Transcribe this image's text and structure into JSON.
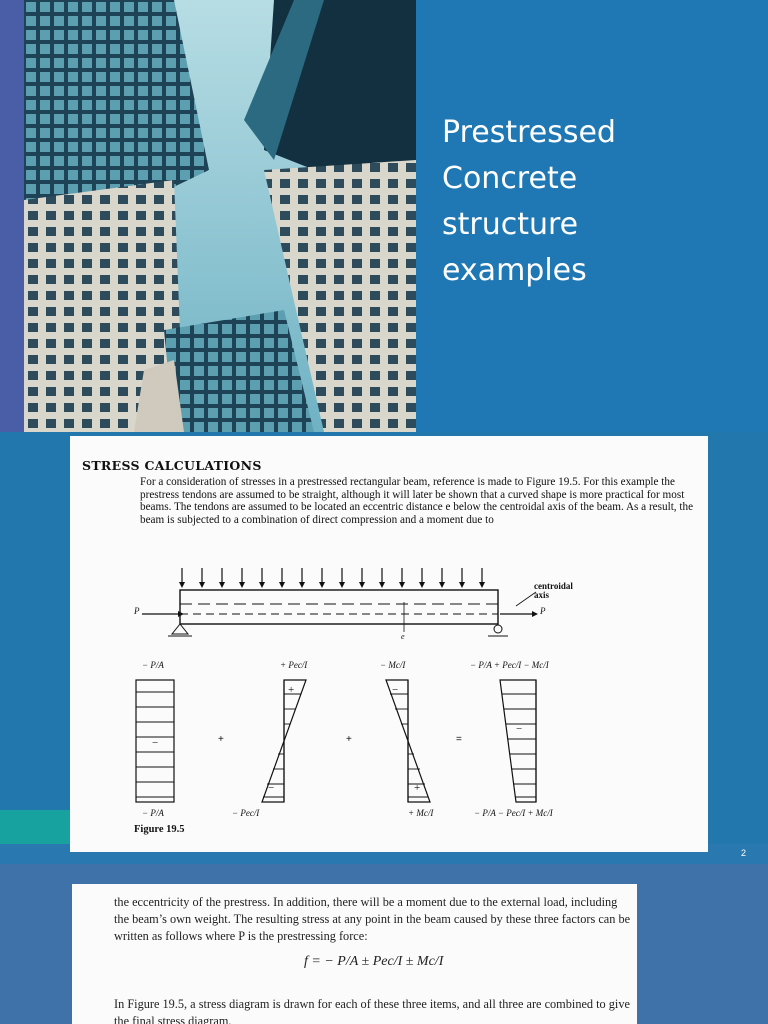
{
  "slide1": {
    "title_lines": [
      "Prestressed",
      "Concrete",
      "structure",
      "examples"
    ]
  },
  "slide2": {
    "heading": "STRESS CALCULATIONS",
    "paragraph": "For a consideration of stresses in a prestressed rectangular beam, reference is made to Figure 19.5. For this example the prestress tendons are assumed to be straight, although it will later be shown that a curved shape is more practical for most beams. The tendons are assumed to be located an eccentric distance e below the centroidal axis of the beam. As a result, the beam is subjected to a combination of direct compression and a moment due to",
    "figure": {
      "centroidal_label": "centroidal axis",
      "force_label": "P",
      "ecc_label": "e",
      "top_labels": [
        "− P/A",
        "+ Pec/I",
        "− Mc/I",
        "− P/A + Pec/I − Mc/I"
      ],
      "bottom_labels": [
        "− P/A",
        "− Pec/I",
        "+ Mc/I",
        "− P/A − Pec/I + Mc/I"
      ],
      "operators": [
        "+",
        "+",
        "="
      ],
      "caption": "Figure 19.5"
    },
    "page_number": "2"
  },
  "slide3": {
    "paragraph": "the eccentricity of the prestress. In addition, there will be a moment due to the external load, including the beam’s own weight. The resulting stress at any point in the beam caused by these three factors can be written as follows where P is the prestressing force:",
    "formula": "f = − P/A ± Pec/I ± Mc/I",
    "paragraph2": "In Figure 19.5, a stress diagram is drawn for each of these three items, and all three are combined to give the final stress diagram."
  },
  "colors": {
    "blue_bg": "#2277ad",
    "left_strip": "#4a5ea8",
    "teal": "#17a2a0"
  }
}
